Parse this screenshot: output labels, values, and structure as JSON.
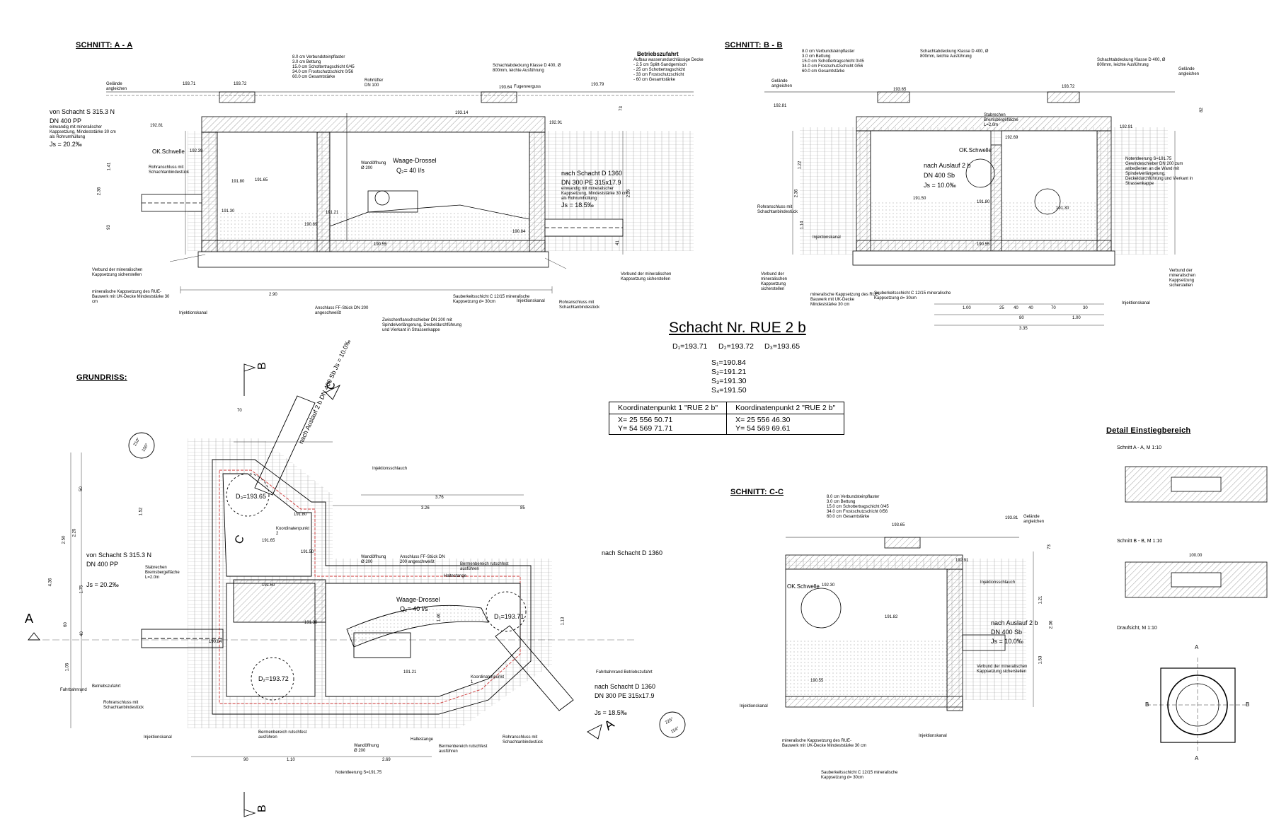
{
  "sections": {
    "aa": "SCHNITT: A - A",
    "bb": "SCHNITT: B - B",
    "cc": "SCHNITT: C-C",
    "grundriss": "GRUNDRISS:",
    "detail": "Detail Einstiegbereich"
  },
  "title": {
    "main": "Schacht Nr. RUE 2 b",
    "d1": "D₁=193.71",
    "d2": "D₂=193.72",
    "d3": "D₃=193.65",
    "s1": "S₁=190.84",
    "s2": "S₂=191.21",
    "s3": "S₃=191.30",
    "s4": "S₄=191.50"
  },
  "coords": {
    "h1": "Koordinatenpunkt 1  \"RUE 2 b\"",
    "h2": "Koordinatenpunkt 2  \"RUE 2 b\"",
    "x1": "X= 25 556 50.71",
    "y1": "Y= 54 569 71.71",
    "x2": "X= 25 556 46.30",
    "y2": "Y= 54 569 69.61"
  },
  "aa": {
    "layers": [
      "8.0 cm  Verbundsteinpflaster",
      "3.0 cm  Bettung",
      "15.0 cm  Schottertragschicht  0/45",
      "34.0 cm  Frostschutzschicht  0/56",
      "60.0 cm  Gesamtstärke"
    ],
    "betrieb": "Betriebszufahrt",
    "betrieb_sub": [
      "Aufbau wasserundurchlässige Decke",
      "- 2.5 cm  Splitt-Sandgemisch",
      "- 25 cm  Schottertragschicht",
      "- 33 cm  Frostschutzschicht",
      "- 60 cm  Gesamtstärke"
    ],
    "gelaende": "Gelände angleichen",
    "abdeckung": "Schachtabdeckung Klasse D 400, Ø 800mm, leichte Ausführung",
    "fugenverguss": "Fugenverguss",
    "rohrluefter": "Rohrlüfter DN 100",
    "von": "von Schacht S 315.3 N",
    "dn400pp": "DN 400 PP",
    "von_sub": [
      "einwandig mit mineralischer",
      "Kappsetzung, Mindeststärke 30 cm",
      "als Rohrumhüllung"
    ],
    "js1": "Js = 20.2‰",
    "okschwelle": "OK.Schwelle",
    "rohranschluss": "Rohranschluss mit Schachtanbindestück",
    "wandoeffnung": "Wandöffnung Ø 200",
    "waage": "Waage-Drossel",
    "q": "Q₂= 40 l/s",
    "nach": "nach Schacht D 1360",
    "dn300": "DN 300 PE 315x17.9",
    "nach_sub": [
      "einwandig mit mineralischer",
      "Kappsetzung, Mindeststärke 30 cm",
      "als Rohrumhüllung"
    ],
    "js2": "Js = 18.5‰",
    "verbund": "Verbund der mineralischen Kappsetzung sicherstellen",
    "mineral": "mineralische Kappsetzung des RUE-Bauwerk mit UK-Decke Mindeststärke 30 cm",
    "injektion": "Injektionskanal",
    "anschluss_ff": "Anschluss FF-Stück DN 200 angeschweißt",
    "zwischen": "Zwischenflanschschieber DN 200 mit Spindelverlängerung, Deckeldurchführung und Vierkant in Strassenkappe",
    "sauber": "Sauberkeitsschicht C 12/15 mineralische Kappsetzung d= 30cm",
    "levels": [
      "193.71",
      "193.72",
      "193.64",
      "193.14",
      "193.79",
      "192.81",
      "192.91",
      "192.39",
      "191.80",
      "191.65",
      "191.30",
      "190.89",
      "190.55",
      "190.84",
      "191.21"
    ],
    "dims": [
      "2.90",
      "1.41",
      "2.36",
      "93",
      "73",
      "2.26",
      "41"
    ]
  },
  "bb": {
    "layers": [
      "8.0 cm  Verbundsteinpflaster",
      "3.0 cm  Bettung",
      "15.0 cm  Schottertragschicht  0/45",
      "34.0 cm  Frostschutzschicht  0/56",
      "60.0 cm  Gesamtstärke"
    ],
    "abdeckung": "Schachtabdeckung Klasse D 400, Ø 800mm, leichte Ausführung",
    "gelaende": "Gelände angleichen",
    "stab": "Stabrechen Bremsbergefläche L=2.0m",
    "okschwelle": "OK.Schwelle",
    "nach": "nach Auslauf 2 b",
    "dn400": "DN 400 Sb",
    "js": "Js = 10.0‰",
    "notentl": "Notentleerung S=191.75 Gewindeschieber DN 200 zum anbedienen an die Wand mit Spindelverlängerung, Deckeldurchführung und Vierkant in Strassenkappe",
    "rohranschluss": "Rohranschluss mit Schachtanbindestück",
    "injektion": "Injektionskanal",
    "verbund": "Verbund der mineralischen Kappsetzung sicherstellen",
    "mineral": "mineralische Kappsetzung des RUE-Bauwerk mit UK-Decke Mindeststärke 30 cm",
    "sauber": "Sauberkeitsschicht C 12/15 mineralische Kappsetzung d= 30cm",
    "levels": [
      "192.81",
      "193.65",
      "193.72",
      "192.91",
      "192.69",
      "191.80",
      "191.50",
      "191.30",
      "190.55"
    ],
    "dims": [
      "1.00",
      "25",
      "40",
      "40",
      "70",
      "30",
      "80",
      "1.00",
      "3.35",
      "1.22",
      "2.36",
      "1.14",
      "82"
    ]
  },
  "cc": {
    "layers": [
      "8.0 cm  Verbundsteinpflaster",
      "3.0 cm  Bettung",
      "15.0 cm  Schottertragschicht  0/45",
      "34.0 cm  Frostschutzschicht  0/56",
      "60.0 cm  Gesamtstärke"
    ],
    "gelaende": "Gelände angleichen",
    "okschwelle": "OK.Schwelle",
    "nach": "nach Auslauf 2 b",
    "dn400": "DN 400 Sb",
    "js": "Js = 10.0‰",
    "injektion": "Injektionsschlauch",
    "verbund": "Verbund der mineralischen Kappsetzung sicherstellen",
    "mineral": "mineralische Kappsetzung des RUE-Bauwerk mit UK-Decke Mindeststärke 30 cm",
    "sauber": "Sauberkeitsschicht C 12/15 mineralische Kappsetzung d= 30cm",
    "injkanal": "Injektionskanal",
    "levels": [
      "193.65",
      "193.81",
      "192.91",
      "192.30",
      "191.82",
      "190.55"
    ],
    "dims": [
      "1.21",
      "2.36",
      "1.53",
      "73"
    ]
  },
  "grundriss": {
    "d1": "D₁=193.71",
    "d2": "D₂=193.72",
    "d3": "D₃=193.65",
    "waage": "Waage-Drossel",
    "q": "Q₂= 40 l/s",
    "von": "von Schacht S 315.3 N",
    "dn400pp": "DN 400 PP",
    "js1": "Js = 20.2‰",
    "nach1": "nach Schacht D 1360",
    "nach2": "nach Schacht D 1360",
    "dn300": "DN 300 PE 315x17.9",
    "js2": "Js = 18.5‰",
    "auslauf": "nach Auslauf 2 b",
    "dn400sb": "DN 400 Sb",
    "js3": "Js = 10.0‰",
    "koord1": "Koordinatenpunkt 1",
    "koord2": "Koordinatenpunkt 2",
    "fahrbahn": "Fahrbahnrand",
    "betrieb": "Betriebszufahrt",
    "fahrbahn2": "Fahrbahnrand Betriebszufahrt",
    "haltestange": "Haltestange",
    "stab": "Stabrechen Bremsbergefläche L=2.0m",
    "notentl": "Notentleerung S=191.75",
    "wandoeff": "Wandöffnung Ø 200",
    "anschluss": "Anschluss FF-Stück DN 200 angeschweißt",
    "bermen": "Bermenbereich rutschfest ausführen",
    "rohranschluss": "Rohranschluss mit Schachtanbindestück",
    "injektion": "Injektionsschlauch",
    "injkanal": "Injektionskanal",
    "a": "A",
    "b": "B",
    "c": "C",
    "ang1": "210°",
    "ang2": "150°",
    "ang3": "225°",
    "ang4": "154°",
    "dims": [
      "70",
      "3.76",
      "3.26",
      "85",
      "1.52",
      "4.36",
      "2.50",
      "2.25",
      "50",
      "1.75",
      "60",
      "40",
      "1.05",
      "90",
      "1.10",
      "2.69",
      "1.46",
      "1.13"
    ],
    "levels": [
      "191.65",
      "191.80",
      "191.50",
      "191.30",
      "191.21",
      "190.84",
      "191.60"
    ]
  },
  "detail": {
    "aa": "Schnitt A - A, M 1:10",
    "bb": "Schnitt B - B, M 1:10",
    "draufsicht": "Draufsicht, M 1:10",
    "a": "A",
    "b": "B",
    "dim": "100.00"
  }
}
